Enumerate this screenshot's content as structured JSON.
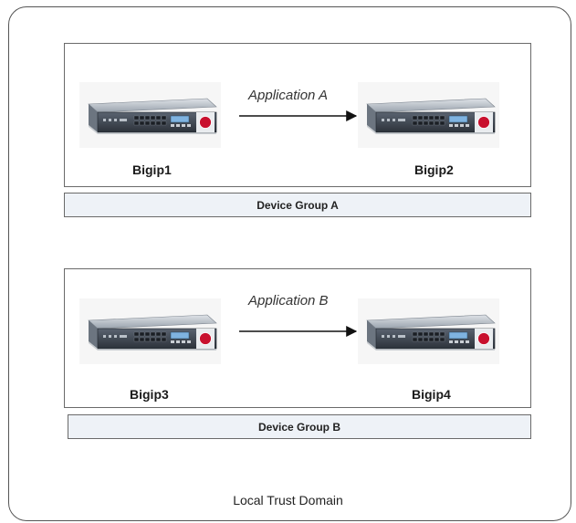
{
  "domain_label": "Local Trust Domain",
  "groups": [
    {
      "label": "Device Group A",
      "application": "Application A",
      "source_device": "Bigip1",
      "target_device": "Bigip2"
    },
    {
      "label": "Device Group B",
      "application": "Application B",
      "source_device": "Bigip3",
      "target_device": "Bigip4"
    }
  ],
  "colors": {
    "border": "#555555",
    "label_fill": "#eef2f7",
    "chassis_dark": "#3d4550",
    "badge_red": "#c8102e",
    "lcd_blue": "#7fb3e0"
  },
  "icons": {
    "device": "server-appliance-icon",
    "flow": "arrow-right-icon"
  }
}
